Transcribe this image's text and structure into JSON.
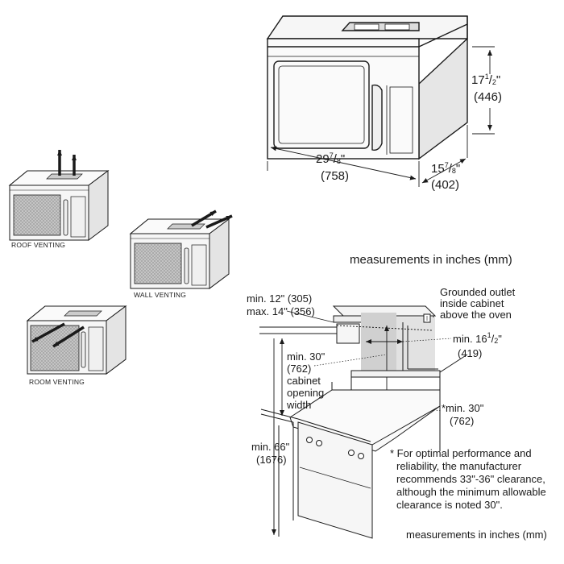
{
  "labels": {
    "height_whole": "17",
    "height_num": "1",
    "height_den": "2",
    "height_unit": "\"",
    "height_mm": "(446)",
    "width_whole": "29",
    "width_num": "7",
    "width_den": "8",
    "width_unit": "\"",
    "width_mm": "(758)",
    "depth_whole": "15",
    "depth_num": "7",
    "depth_den": "8",
    "depth_unit": "\"",
    "depth_mm": "(402)",
    "roof_venting": "ROOF VENTING",
    "wall_venting": "WALL VENTING",
    "room_venting": "ROOM VENTING",
    "measurements_top": "measurements in inches (mm)",
    "min12": "min. 12\" (305)",
    "max14": "max. 14\" (356)",
    "outlet_1": "Grounded outlet",
    "outlet_2": "inside cabinet",
    "outlet_3": "above the oven",
    "min16_prefix": "min. 16",
    "min16_num": "1",
    "min16_den": "2",
    "min16_unit": "\"",
    "min16_mm": "(419)",
    "min30_1": "min. 30\"",
    "min30_2": "(762)",
    "min30_3": "cabinet",
    "min30_4": "opening",
    "min30_5": "width",
    "min30b_1": "*min. 30\"",
    "min30b_2": "(762)",
    "min66_1": "min. 66\"",
    "min66_2": "(1676)",
    "note_1": "* For optimal performance and",
    "note_2": "reliability, the manufacturer",
    "note_3": "recommends 33\"-36\" clearance,",
    "note_4": "although the minimum allowable",
    "note_5": "clearance is noted 30\".",
    "measurements_bottom": "measurements in inches (mm)"
  },
  "colors": {
    "line": "#1a1a1a",
    "oven_fill": "#f3f3f3",
    "window_fill": "#b9b9b9",
    "shade": "#c9c9c9"
  }
}
